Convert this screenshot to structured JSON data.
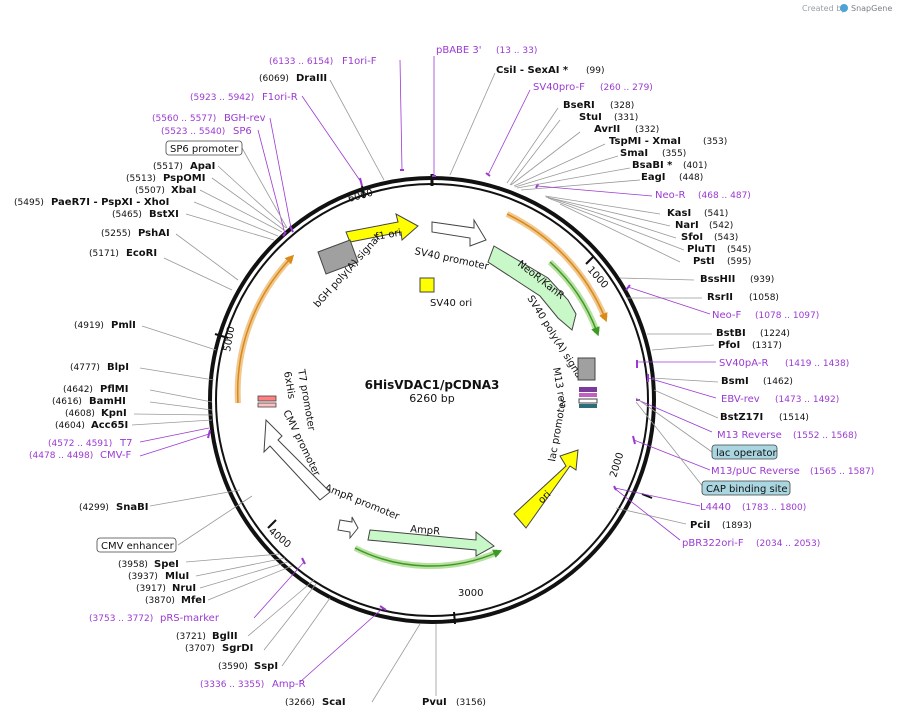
{
  "header": {
    "created_by": "Created by",
    "brand": "SnapGene"
  },
  "plasmid": {
    "name": "6HisVDAC1/pCDNA3",
    "length_label": "6260 bp",
    "length": 6260
  },
  "ticks": [
    {
      "bp": 1000,
      "label": "1000"
    },
    {
      "bp": 2000,
      "label": "2000"
    },
    {
      "bp": 3000,
      "label": "3000"
    },
    {
      "bp": 4000,
      "label": "4000"
    },
    {
      "bp": 5000,
      "label": "5000"
    },
    {
      "bp": 6000,
      "label": "6000"
    }
  ],
  "features": [
    {
      "key": "f1ori",
      "label": "f1 ori",
      "color": "#ffff00"
    },
    {
      "key": "sv40promoter",
      "label": "SV40 promoter",
      "color": "#ffffff"
    },
    {
      "key": "neo",
      "label": "NeoR/KanR",
      "color": "#c8f7c8"
    },
    {
      "key": "sv40polya",
      "label": "SV40 poly(A) signal",
      "color": "#a0a0a0"
    },
    {
      "key": "m13rev",
      "label": "M13 rev",
      "color": "#808080"
    },
    {
      "key": "lacpromoter",
      "label": "lac promoter",
      "color": "#ffffff"
    },
    {
      "key": "ori",
      "label": "ori",
      "color": "#ffff00"
    },
    {
      "key": "ampr",
      "label": "AmpR",
      "color": "#c8f7c8"
    },
    {
      "key": "amprpromoter",
      "label": "AmpR promoter",
      "color": "#ffffff"
    },
    {
      "key": "cmvpromoter",
      "label": "CMV promoter",
      "color": "#ffffff"
    },
    {
      "key": "t7promoter",
      "label": "T7 promoter",
      "color": "#ffffff"
    },
    {
      "key": "his6",
      "label": "6xHis",
      "color": "#ff8080"
    },
    {
      "key": "bgh",
      "label": "bGH poly(A) signal",
      "color": "#a0a0a0"
    },
    {
      "key": "sv40ori",
      "label": "SV40 ori",
      "color": "#ffff00"
    }
  ],
  "enzymes": [
    {
      "name": "CsiI  - SexAI *",
      "pos": "(99)"
    },
    {
      "name": "BseRI",
      "pos": "(328)"
    },
    {
      "name": "StuI",
      "pos": "(331)"
    },
    {
      "name": "AvrII",
      "pos": "(332)"
    },
    {
      "name": "TspMI  - XmaI",
      "pos": "(353)"
    },
    {
      "name": "SmaI",
      "pos": "(355)"
    },
    {
      "name": "BsaBI *",
      "pos": "(401)"
    },
    {
      "name": "EagI",
      "pos": "(448)"
    },
    {
      "name": "KasI",
      "pos": "(541)"
    },
    {
      "name": "NarI",
      "pos": "(542)"
    },
    {
      "name": "SfoI",
      "pos": "(543)"
    },
    {
      "name": "PluTI",
      "pos": "(545)"
    },
    {
      "name": "PstI",
      "pos": "(595)"
    },
    {
      "name": "BssHII",
      "pos": "(939)"
    },
    {
      "name": "RsrII",
      "pos": "(1058)"
    },
    {
      "name": "BstBI",
      "pos": "(1224)"
    },
    {
      "name": "PfoI",
      "pos": "(1317)"
    },
    {
      "name": "BsmI",
      "pos": "(1462)"
    },
    {
      "name": "BstZ17I",
      "pos": "(1514)"
    },
    {
      "name": "PciI",
      "pos": "(1893)"
    },
    {
      "name": "PvuI",
      "pos": "(3156)"
    },
    {
      "name": "ScaI",
      "pos": "(3266)"
    },
    {
      "name": "SspI",
      "pos": "(3590)"
    },
    {
      "name": "SgrDI",
      "pos": "(3707)"
    },
    {
      "name": "BglII",
      "pos": "(3721)"
    },
    {
      "name": "MfeI",
      "pos": "(3870)"
    },
    {
      "name": "NruI",
      "pos": "(3917)"
    },
    {
      "name": "MluI",
      "pos": "(3937)"
    },
    {
      "name": "SpeI",
      "pos": "(3958)"
    },
    {
      "name": "SnaBI",
      "pos": "(4299)"
    },
    {
      "name": "Acc65I",
      "pos": "(4604)"
    },
    {
      "name": "KpnI",
      "pos": "(4608)"
    },
    {
      "name": "BamHI",
      "pos": "(4616)"
    },
    {
      "name": "PflMI",
      "pos": "(4642)"
    },
    {
      "name": "BlpI",
      "pos": "(4777)"
    },
    {
      "name": "PmlI",
      "pos": "(4919)"
    },
    {
      "name": "EcoRI",
      "pos": "(5171)"
    },
    {
      "name": "PshAI",
      "pos": "(5255)"
    },
    {
      "name": "BstXI",
      "pos": "(5465)"
    },
    {
      "name": "PaeR7I  - PspXI  - XhoI",
      "pos": "(5495)"
    },
    {
      "name": "XbaI",
      "pos": "(5507)"
    },
    {
      "name": "PspOMI",
      "pos": "(5513)"
    },
    {
      "name": "ApaI",
      "pos": "(5517)"
    },
    {
      "name": "DraIII",
      "pos": "(6069)"
    }
  ],
  "primers": [
    {
      "name": "pBABE 3'",
      "pos": "(13 .. 33)"
    },
    {
      "name": "SV40pro-F",
      "pos": "(260 .. 279)"
    },
    {
      "name": "Neo-R",
      "pos": "(468 .. 487)"
    },
    {
      "name": "Neo-F",
      "pos": "(1078 .. 1097)"
    },
    {
      "name": "SV40pA-R",
      "pos": "(1419 .. 1438)"
    },
    {
      "name": "EBV-rev",
      "pos": "(1473 .. 1492)"
    },
    {
      "name": "M13 Reverse",
      "pos": "(1552 .. 1568)"
    },
    {
      "name": "M13/pUC Reverse",
      "pos": "(1565 .. 1587)"
    },
    {
      "name": "L4440",
      "pos": "(1783 .. 1800)"
    },
    {
      "name": "pBR322ori-F",
      "pos": "(2034 .. 2053)"
    },
    {
      "name": "Amp-R",
      "pos": "(3336 .. 3355)"
    },
    {
      "name": "pRS-marker",
      "pos": "(3753 .. 3772)"
    },
    {
      "name": "CMV-F",
      "pos": "(4478 .. 4498)"
    },
    {
      "name": "T7",
      "pos": "(4572 .. 4591)"
    },
    {
      "name": "SP6",
      "pos": "(5523 .. 5540)"
    },
    {
      "name": "BGH-rev",
      "pos": "(5560 .. 5577)"
    },
    {
      "name": "F1ori-R",
      "pos": "(5923 .. 5942)"
    },
    {
      "name": "F1ori-F",
      "pos": "(6133 .. 6154)"
    }
  ],
  "boxed": [
    {
      "label": "SP6 promoter"
    },
    {
      "label": "lac operator"
    },
    {
      "label": "CAP binding site"
    },
    {
      "label": "CMV enhancer"
    }
  ]
}
